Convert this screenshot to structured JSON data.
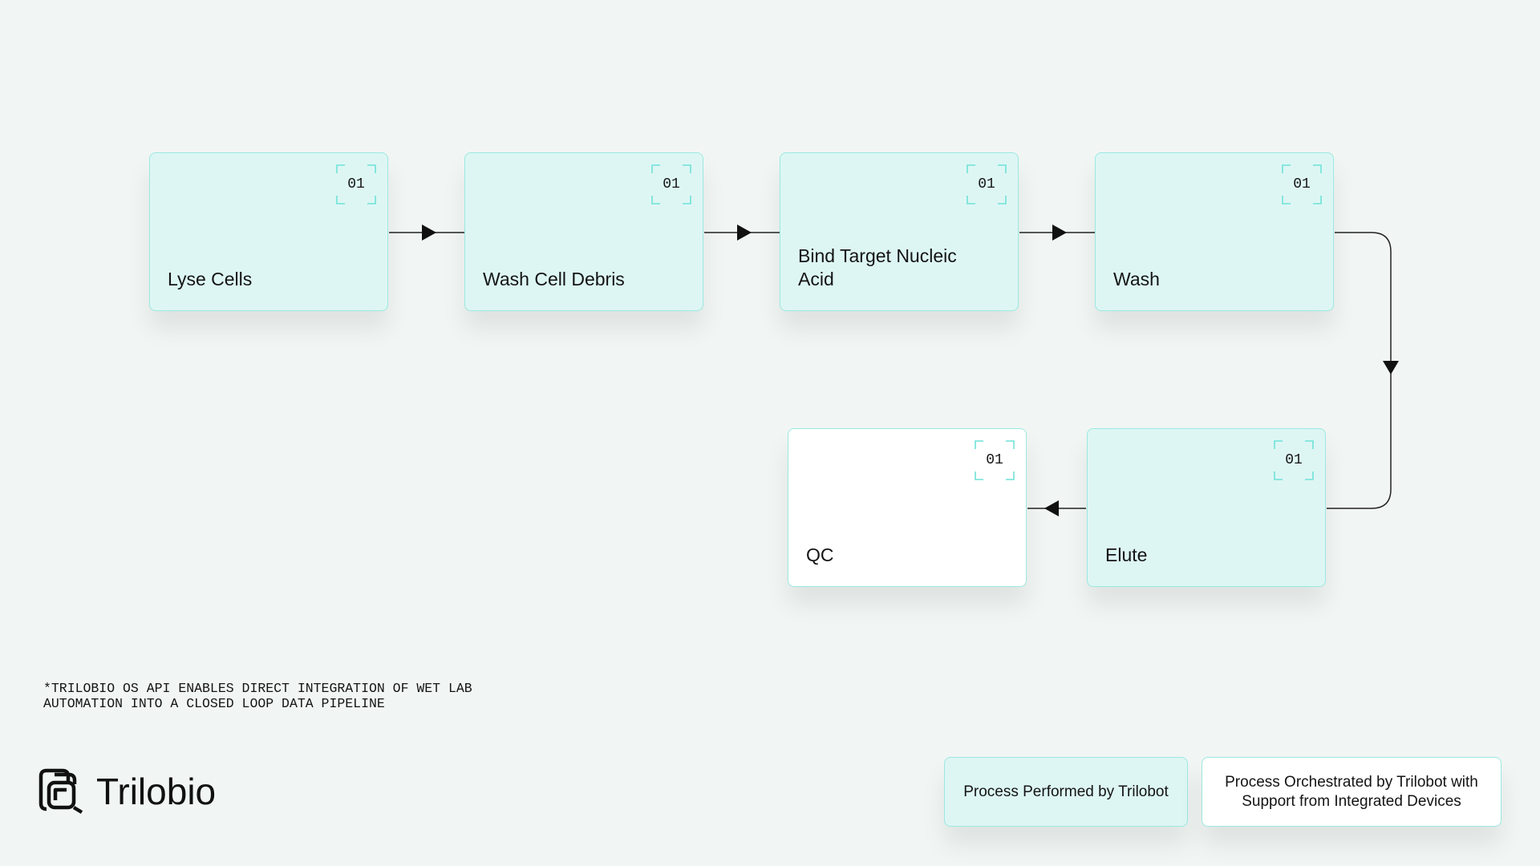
{
  "steps": [
    {
      "number": "01",
      "label": "Lyse Cells",
      "type": "trilobot"
    },
    {
      "number": "01",
      "label": "Wash Cell Debris",
      "type": "trilobot"
    },
    {
      "number": "01",
      "label": "Bind Target Nucleic Acid",
      "type": "trilobot"
    },
    {
      "number": "01",
      "label": "Wash",
      "type": "trilobot"
    },
    {
      "number": "01",
      "label": "Elute",
      "type": "trilobot"
    },
    {
      "number": "01",
      "label": "QC",
      "type": "orchestrated"
    }
  ],
  "footnote": "*TRILOBIO OS API ENABLES DIRECT INTEGRATION OF WET LAB\nAUTOMATION INTO A CLOSED LOOP DATA PIPELINE",
  "logo": {
    "name": "Trilobio"
  },
  "legend": {
    "trilobot": "Process Performed by Trilobot",
    "orchestrated": "Process Orchestrated by Trilobot with Support from Integrated Devices"
  },
  "colors": {
    "trilobot_fill": "#ddf6f4",
    "orchestrated_fill": "#ffffff",
    "accent": "#9be9e0",
    "ink": "#141414",
    "background": "#f1f6f4"
  }
}
